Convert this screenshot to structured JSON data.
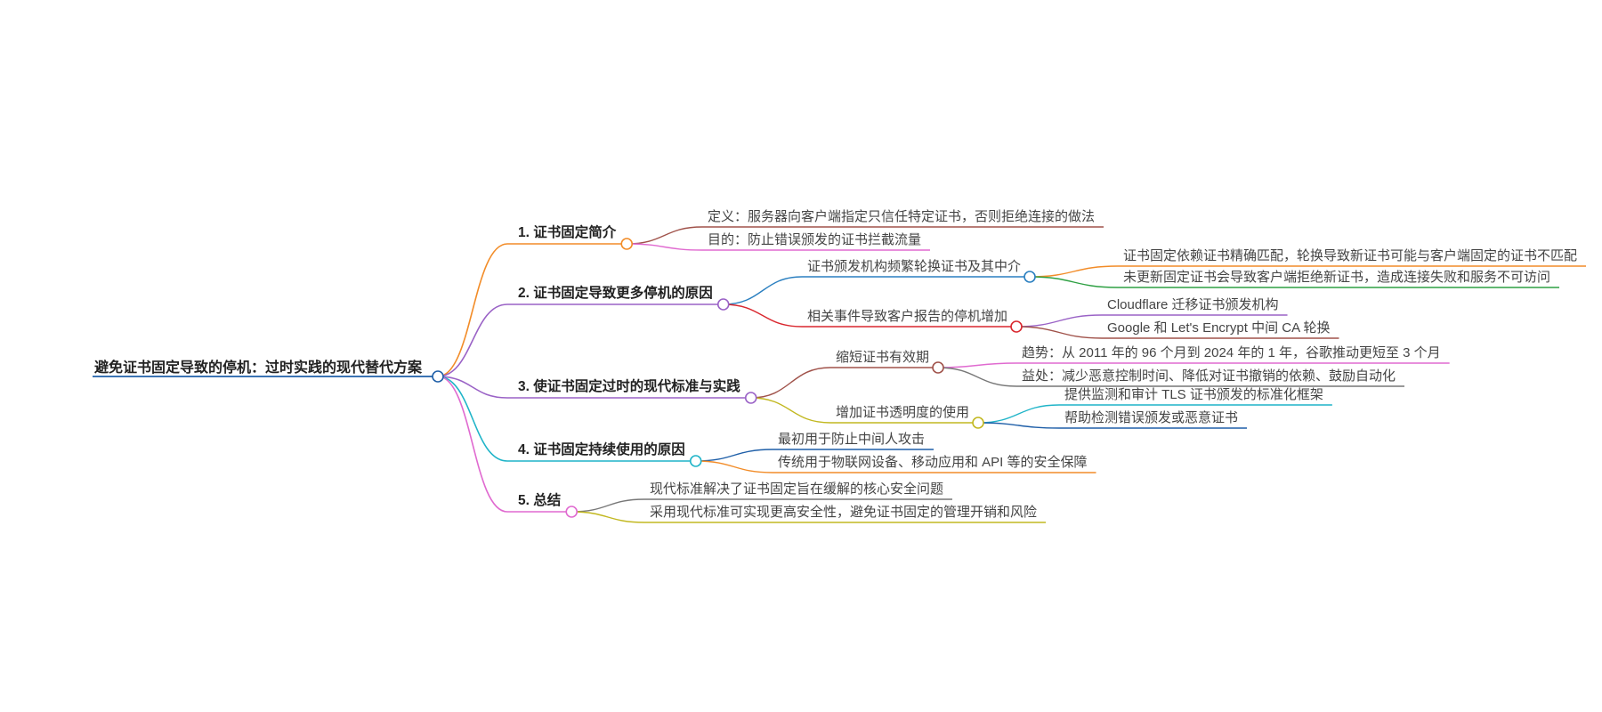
{
  "mindmap": {
    "root": {
      "label": "避免证书固定导致的停机：过时实践的现代替代方案",
      "color": "#1f5fa8"
    },
    "branches": [
      {
        "label": "1. 证书固定简介",
        "color": "#f28c28",
        "children": [
          {
            "label": "定义：服务器向客户端指定只信任特定证书，否则拒绝连接的做法",
            "color": "#a0524a",
            "children": []
          },
          {
            "label": "目的：防止错误颁发的证书拦截流量",
            "color": "#e06ad0",
            "children": []
          }
        ]
      },
      {
        "label": "2. 证书固定导致更多停机的原因",
        "color": "#9a62c6",
        "children": [
          {
            "label": "证书颁发机构频繁轮换证书及其中介",
            "color": "#2a7fc0",
            "children": [
              {
                "label": "证书固定依赖证书精确匹配，轮换导致新证书可能与客户端固定的证书不匹配",
                "color": "#f28c28"
              },
              {
                "label": "未更新固定证书会导致客户端拒绝新证书，造成连接失败和服务不可访问",
                "color": "#2ea043"
              }
            ]
          },
          {
            "label": "相关事件导致客户报告的停机增加",
            "color": "#d9272e",
            "children": [
              {
                "label": "Cloudflare 迁移证书颁发机构",
                "color": "#9a62c6"
              },
              {
                "label": "Google 和 Let's Encrypt 中间 CA 轮换",
                "color": "#a0524a"
              }
            ]
          }
        ]
      },
      {
        "label": "3. 使证书固定过时的现代标准与实践",
        "color": "#9a62c6",
        "children": [
          {
            "label": "缩短证书有效期",
            "color": "#a0524a",
            "children": [
              {
                "label": "趋势：从 2011 年的 96 个月到 2024 年的 1 年，谷歌推动更短至 3 个月",
                "color": "#e06ad0"
              },
              {
                "label": "益处：减少恶意控制时间、降低对证书撤销的依赖、鼓励自动化",
                "color": "#777777"
              }
            ]
          },
          {
            "label": "增加证书透明度的使用",
            "color": "#c2b820",
            "children": [
              {
                "label": "提供监测和审计 TLS 证书颁发的标准化框架",
                "color": "#1fb4c8"
              },
              {
                "label": "帮助检测错误颁发或恶意证书",
                "color": "#1f5fa8"
              }
            ]
          }
        ]
      },
      {
        "label": "4. 证书固定持续使用的原因",
        "color": "#1fb4c8",
        "children": [
          {
            "label": "最初用于防止中间人攻击",
            "color": "#1f5fa8",
            "children": []
          },
          {
            "label": "传统用于物联网设备、移动应用和 API 等的安全保障",
            "color": "#f28c28",
            "children": []
          }
        ]
      },
      {
        "label": "5. 总结",
        "color": "#e06ad0",
        "children": [
          {
            "label": "现代标准解决了证书固定旨在缓解的核心安全问题",
            "color": "#777777",
            "children": []
          },
          {
            "label": "采用现代标准可实现更高安全性，避免证书固定的管理开销和风险",
            "color": "#c2b820",
            "children": []
          }
        ]
      }
    ]
  }
}
